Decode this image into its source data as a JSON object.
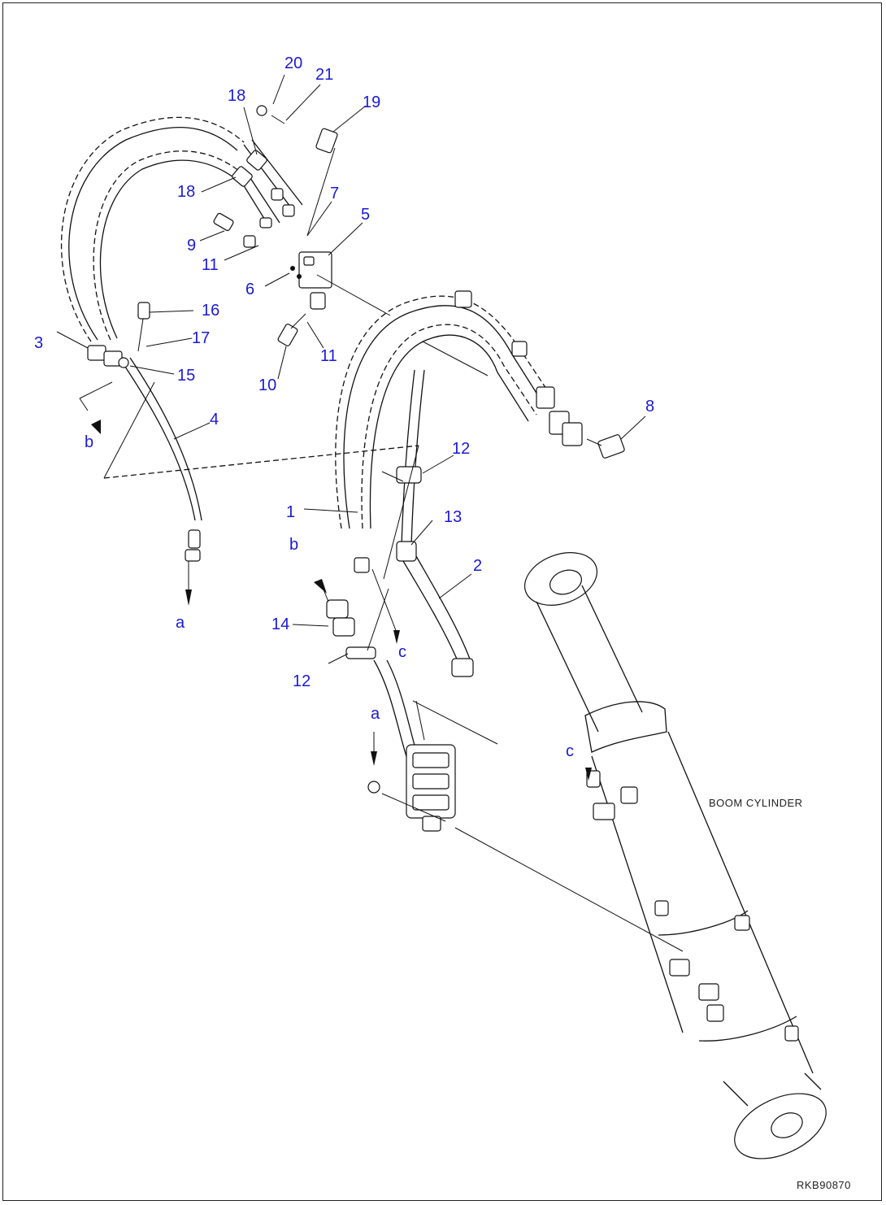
{
  "callouts": {
    "p1": "1",
    "p2": "2",
    "p3": "3",
    "p4": "4",
    "p5": "5",
    "p6": "6",
    "p7": "7",
    "p8": "8",
    "p9": "9",
    "p10": "10",
    "p11a": "11",
    "p11b": "11",
    "p12a": "12",
    "p12b": "12",
    "p13": "13",
    "p14": "14",
    "p15": "15",
    "p16": "16",
    "p17": "17",
    "p18a": "18",
    "p18b": "18",
    "p19": "19",
    "p20": "20",
    "p21": "21"
  },
  "refs": {
    "a1": "a",
    "a2": "a",
    "b1": "b",
    "b2": "b",
    "c1": "c",
    "c2": "c"
  },
  "labels": {
    "boom_cylinder": "BOOM CYLINDER",
    "drawing_code": "RKB90870"
  },
  "colors": {
    "callout": "#1a1ad6",
    "line": "#111111"
  }
}
